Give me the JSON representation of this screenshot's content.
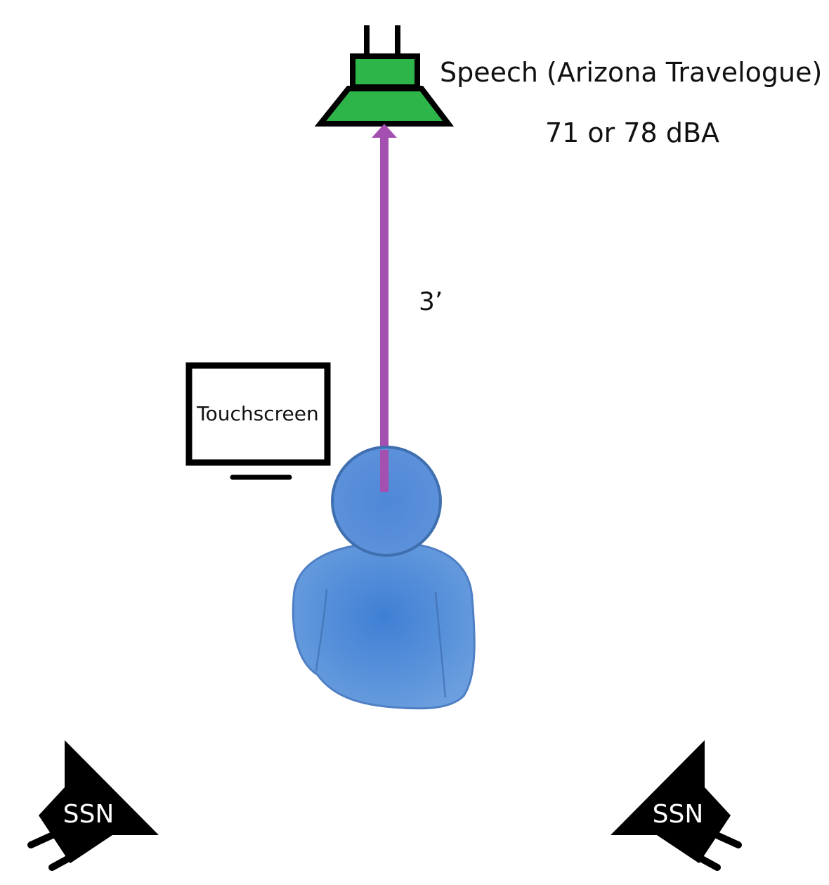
{
  "speech_label": "Speech (Arizona Travelogue)",
  "level_label": "71 or 78 dBA",
  "distance_label": "3’",
  "touchscreen_label": "Touchscreen",
  "ssn_left_label": "SSN",
  "ssn_right_label": "SSN",
  "colors": {
    "speaker_fill": "#2db54a",
    "arrow": "#a450b0",
    "person": "#5a8fd6",
    "person_outline": "#3f6faf",
    "outline": "#000000"
  },
  "icons": {
    "front_speaker": "loudspeaker-icon",
    "person": "person-icon",
    "touchscreen": "monitor-icon",
    "noise_speakers": "loudspeaker-icon"
  }
}
